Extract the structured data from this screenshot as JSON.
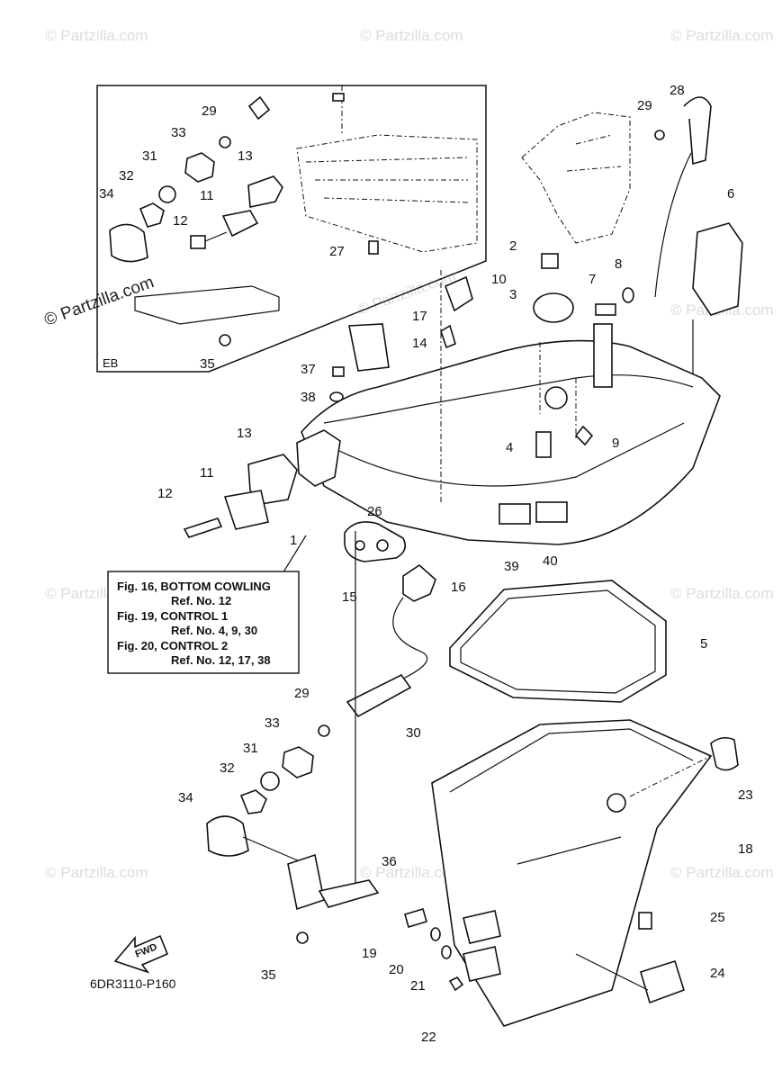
{
  "watermark": {
    "text": "© Partzilla.com",
    "prominent_text": "© Partzilla.com"
  },
  "inset": {
    "code": "EB"
  },
  "callouts": {
    "c1": "1",
    "c2": "2",
    "c3": "3",
    "c4": "4",
    "c5": "5",
    "c6": "6",
    "c7": "7",
    "c8": "8",
    "c9": "9",
    "c10": "10",
    "c11a": "11",
    "c11b": "11",
    "c12a": "12",
    "c12b": "12",
    "c13a": "13",
    "c13b": "13",
    "c14": "14",
    "c15": "15",
    "c16": "16",
    "c17": "17",
    "c18": "18",
    "c19": "19",
    "c20": "20",
    "c21": "21",
    "c22": "22",
    "c23": "23",
    "c24": "24",
    "c25": "25",
    "c26": "26",
    "c27": "27",
    "c28": "28",
    "c29a": "29",
    "c29b": "29",
    "c30": "30",
    "c31a": "31",
    "c31b": "31",
    "c32a": "32",
    "c32b": "32",
    "c33a": "33",
    "c33b": "33",
    "c34a": "34",
    "c34b": "34",
    "c35a": "35",
    "c35b": "35",
    "c36": "36",
    "c37": "37",
    "c38": "38",
    "c39": "39",
    "c40": "40"
  },
  "reference_note": {
    "line1": "Fig. 16, BOTTOM COWLING",
    "line2": "Ref. No. 12",
    "line3": "Fig. 19, CONTROL 1",
    "line4": "Ref. No. 4, 9, 30",
    "line5": "Fig. 20, CONTROL 2",
    "line6": "Ref. No. 12, 17, 38"
  },
  "fwd_arrow": {
    "label": "FWD"
  },
  "diagram_code": "6DR3110-P160"
}
